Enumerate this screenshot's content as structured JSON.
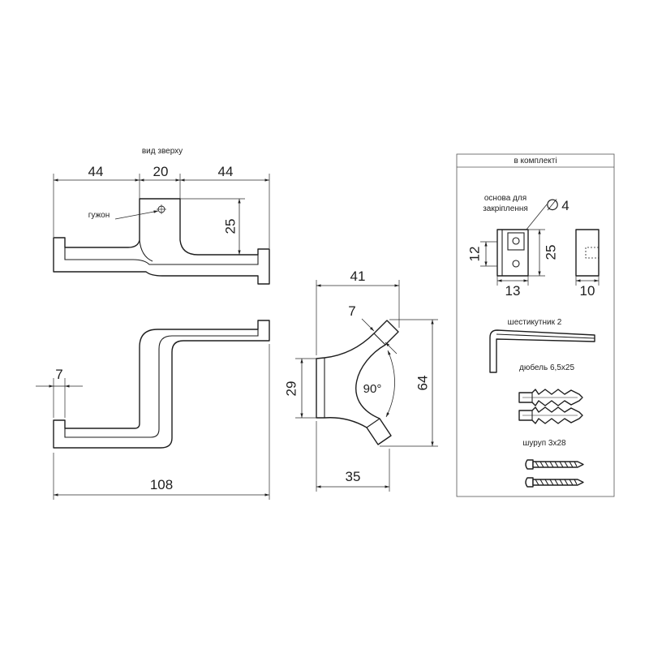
{
  "top_view": {
    "title": "вид зверху",
    "dim_left_arm": "44",
    "dim_base_width": "20",
    "dim_right_arm": "44",
    "stud_label": "гужон",
    "dim_offset": "25"
  },
  "side_view": {
    "dim_tab": "7",
    "dim_total_length": "108"
  },
  "front_view": {
    "dim_width": "41",
    "dim_tab": "7",
    "dim_base_height": "29",
    "angle": "90°",
    "dim_total_height": "64",
    "dim_depth": "35"
  },
  "kit": {
    "title": "в комплекті",
    "base_label": [
      "основа для",
      "закріплення"
    ],
    "diameter_symbol": "∅",
    "hole_diameter": "4",
    "dim_hole_spacing": "12",
    "dim_base_height": "25",
    "dim_base_width": "13",
    "dim_base_depth": "10",
    "hex_key_label": "шестикутник 2",
    "dowel_label": "дюбель 6,5x25",
    "screw_label": "шуруп 3x28"
  },
  "colors": {
    "line": "#1e1e1e",
    "background": "#ffffff"
  }
}
